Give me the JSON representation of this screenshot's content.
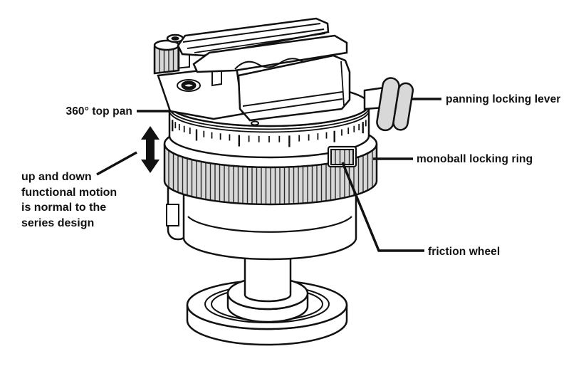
{
  "diagram": {
    "labels": {
      "top_pan": "360° top pan",
      "panning_lever": "panning locking lever",
      "monoball_ring": "monoball locking ring",
      "friction_wheel": "friction wheel"
    },
    "note_lines": [
      "up and down",
      "functional motion",
      "is normal to the",
      "series design"
    ],
    "icons": {
      "up_down_arrow": "double-headed-vertical-arrow"
    },
    "colors": {
      "outline": "#111111",
      "metal_gray": "#d8d8d8",
      "background": "#ffffff",
      "text": "#111111"
    }
  }
}
